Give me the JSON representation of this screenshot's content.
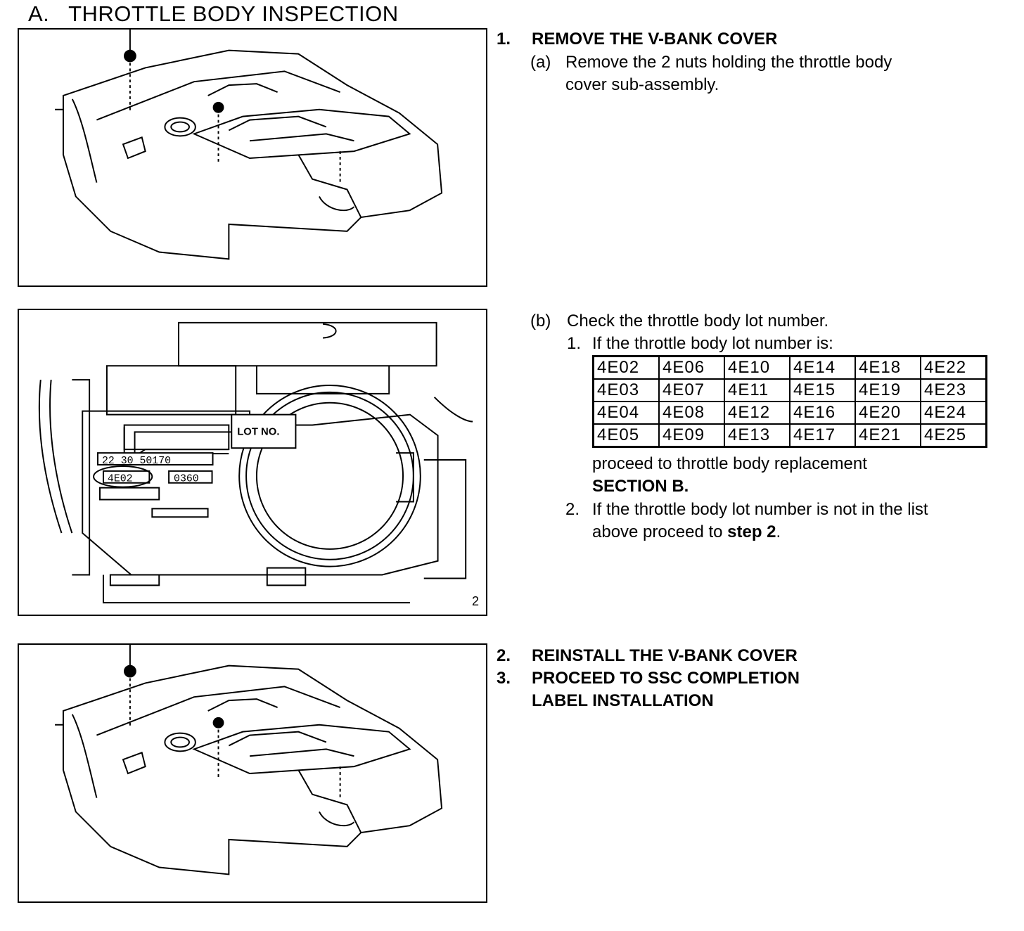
{
  "section_title": "A.   THROTTLE BODY INSPECTION",
  "step1": {
    "number": "1.",
    "title": "REMOVE THE V-BANK COVER",
    "sub_a_label": "(a)",
    "sub_a_line1": "Remove the 2 nuts holding the throttle body",
    "sub_a_line2": "cover sub-assembly."
  },
  "check": {
    "sub_b_label": "(b)",
    "sub_b_text": "Check the throttle body lot number.",
    "item1_num": "1.",
    "item1_text": "If the throttle body lot number is:",
    "after_table_line1": "proceed to throttle body replacement",
    "after_table_line2": "SECTION B.",
    "item2_num": "2.",
    "item2_line1": "If the throttle body lot number is not in the list",
    "item2_line2_prefix": "above proceed to ",
    "item2_line2_bold": "step 2",
    "item2_line2_suffix": "."
  },
  "lot_numbers": [
    [
      "4E02",
      "4E06",
      "4E10",
      "4E14",
      "4E18",
      "4E22"
    ],
    [
      "4E03",
      "4E07",
      "4E11",
      "4E15",
      "4E19",
      "4E23"
    ],
    [
      "4E04",
      "4E08",
      "4E12",
      "4E16",
      "4E20",
      "4E24"
    ],
    [
      "4E05",
      "4E09",
      "4E13",
      "4E17",
      "4E21",
      "4E25"
    ]
  ],
  "figure2": {
    "callout": "LOT NO.",
    "part_number": "22 30 50170",
    "lot_code": "4E02",
    "code2": "0360",
    "figure_number": "2"
  },
  "step2": {
    "number": "2.",
    "title": "REINSTALL THE V-BANK COVER"
  },
  "step3": {
    "number": "3.",
    "title_line1": "PROCEED TO SSC COMPLETION",
    "title_line2": "LABEL INSTALLATION"
  }
}
